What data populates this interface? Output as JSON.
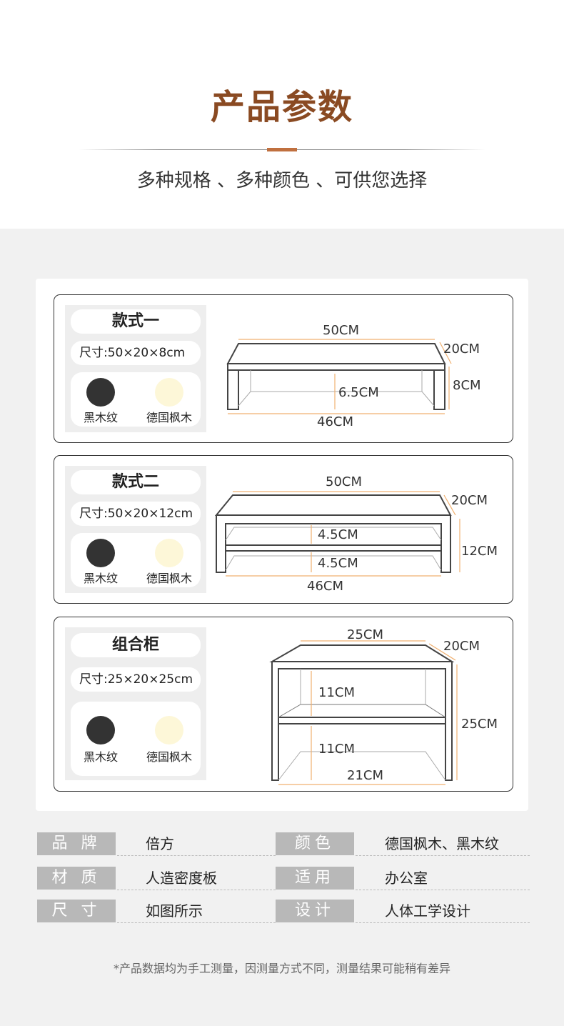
{
  "header": {
    "title": "产品参数",
    "subtitle": "多种规格 、多种颜色 、可供您选择"
  },
  "colors": {
    "title": "#8a4a22",
    "accent": "#c0703f",
    "black_wood": "#333333",
    "maple": "#fdf7d8"
  },
  "variants": [
    {
      "name": "款式一",
      "size": "尺寸:50×20×8cm",
      "swatches": [
        "黑木纹",
        "德国枫木"
      ],
      "dims": {
        "width": "50CM",
        "depth": "20CM",
        "height": "8CM",
        "inner": "6.5CM",
        "bottom": "46CM"
      }
    },
    {
      "name": "款式二",
      "size": "尺寸:50×20×12cm",
      "swatches": [
        "黑木纹",
        "德国枫木"
      ],
      "dims": {
        "width": "50CM",
        "depth": "20CM",
        "height": "12CM",
        "inner_top": "4.5CM",
        "inner_bottom": "4.5CM",
        "bottom": "46CM"
      }
    },
    {
      "name": "组合柜",
      "size": "尺寸:25×20×25cm",
      "swatches": [
        "黑木纹",
        "德国枫木"
      ],
      "dims": {
        "width": "25CM",
        "depth": "20CM",
        "height": "25CM",
        "inner_top": "11CM",
        "inner_bottom": "11CM",
        "bottom": "21CM"
      }
    }
  ],
  "specs": [
    {
      "key": "品 牌",
      "value": "倍方",
      "key2": "颜色",
      "value2": "德国枫木、黑木纹"
    },
    {
      "key": "材 质",
      "value": "人造密度板",
      "key2": "适用",
      "value2": "办公室"
    },
    {
      "key": "尺 寸",
      "value": "如图所示",
      "key2": "设计",
      "value2": "人体工学设计"
    }
  ],
  "note": "*产品数据均为手工测量，因测量方式不同，测量结果可能稍有差异"
}
